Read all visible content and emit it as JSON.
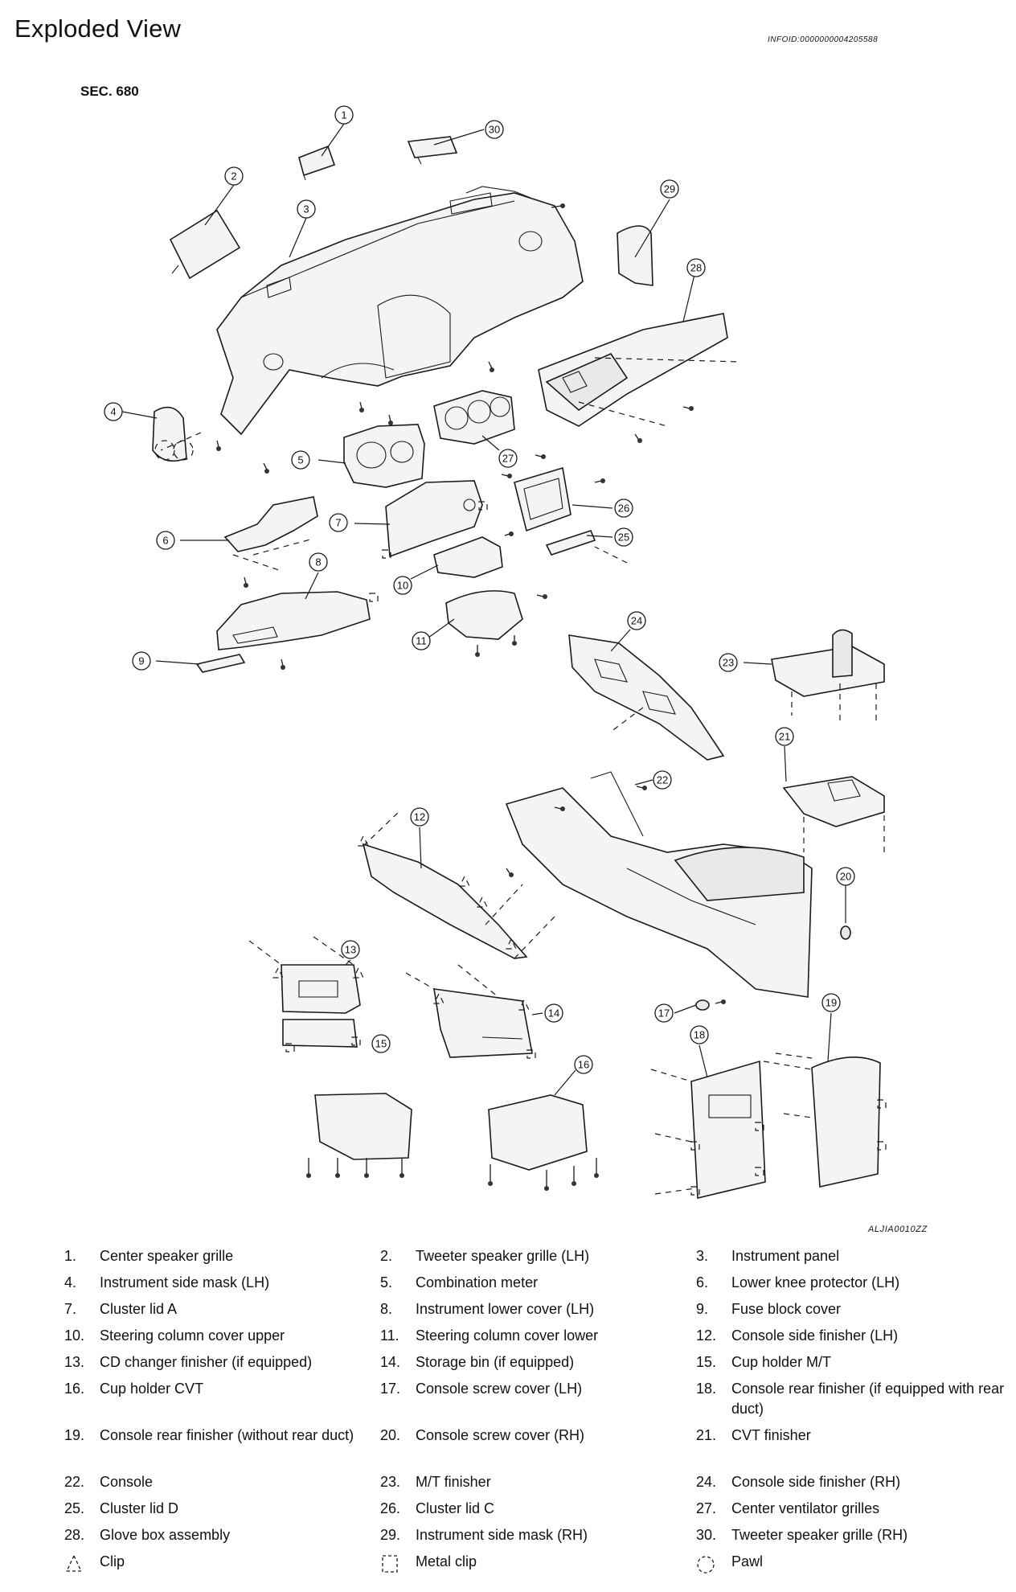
{
  "header": {
    "title": "Exploded View",
    "infoid": "INFOID:0000000004205588"
  },
  "section_label": "SEC. 680",
  "figure_code": "ALJIA0010ZZ",
  "callouts": [
    "1",
    "2",
    "3",
    "4",
    "5",
    "6",
    "7",
    "8",
    "9",
    "10",
    "11",
    "12",
    "13",
    "14",
    "15",
    "16",
    "17",
    "18",
    "19",
    "20",
    "21",
    "22",
    "23",
    "24",
    "25",
    "26",
    "27",
    "28",
    "29",
    "30"
  ],
  "legend": [
    [
      {
        "num": "1.",
        "label": "Center speaker grille"
      },
      {
        "num": "2.",
        "label": "Tweeter speaker grille (LH)"
      },
      {
        "num": "3.",
        "label": "Instrument panel"
      }
    ],
    [
      {
        "num": "4.",
        "label": "Instrument side mask (LH)"
      },
      {
        "num": "5.",
        "label": "Combination meter"
      },
      {
        "num": "6.",
        "label": "Lower knee protector (LH)"
      }
    ],
    [
      {
        "num": "7.",
        "label": "Cluster lid A"
      },
      {
        "num": "8.",
        "label": "Instrument lower cover (LH)"
      },
      {
        "num": "9.",
        "label": "Fuse block cover"
      }
    ],
    [
      {
        "num": "10.",
        "label": "Steering column cover upper"
      },
      {
        "num": "11.",
        "label": "Steering column cover lower"
      },
      {
        "num": "12.",
        "label": "Console side finisher (LH)"
      }
    ],
    [
      {
        "num": "13.",
        "label": "CD changer finisher (if equipped)"
      },
      {
        "num": "14.",
        "label": "Storage bin (if equipped)"
      },
      {
        "num": "15.",
        "label": "Cup holder M/T"
      }
    ],
    [
      {
        "num": "16.",
        "label": "Cup holder CVT"
      },
      {
        "num": "17.",
        "label": "Console screw cover (LH)"
      },
      {
        "num": "18.",
        "label": "Console rear finisher (if equipped with rear duct)"
      }
    ],
    [
      {
        "num": "19.",
        "label": "Console rear finisher (without rear duct)"
      },
      {
        "num": "20.",
        "label": "Console screw cover (RH)"
      },
      {
        "num": "21.",
        "label": "CVT finisher"
      }
    ],
    [
      {
        "num": "22.",
        "label": "Console"
      },
      {
        "num": "23.",
        "label": "M/T finisher"
      },
      {
        "num": "24.",
        "label": "Console side finisher (RH)"
      }
    ],
    [
      {
        "num": "25.",
        "label": "Cluster lid D"
      },
      {
        "num": "26.",
        "label": "Cluster lid C"
      },
      {
        "num": "27.",
        "label": "Center ventilator grilles"
      }
    ],
    [
      {
        "num": "28.",
        "label": "Glove box assembly"
      },
      {
        "num": "29.",
        "label": "Instrument side mask (RH)"
      },
      {
        "num": "30.",
        "label": "Tweeter speaker grille (RH)"
      }
    ]
  ],
  "symbols": [
    {
      "icon": "clip-triangle-icon",
      "label": "Clip"
    },
    {
      "icon": "metal-clip-square-icon",
      "label": "Metal clip"
    },
    {
      "icon": "pawl-circle-icon",
      "label": "Pawl"
    }
  ]
}
